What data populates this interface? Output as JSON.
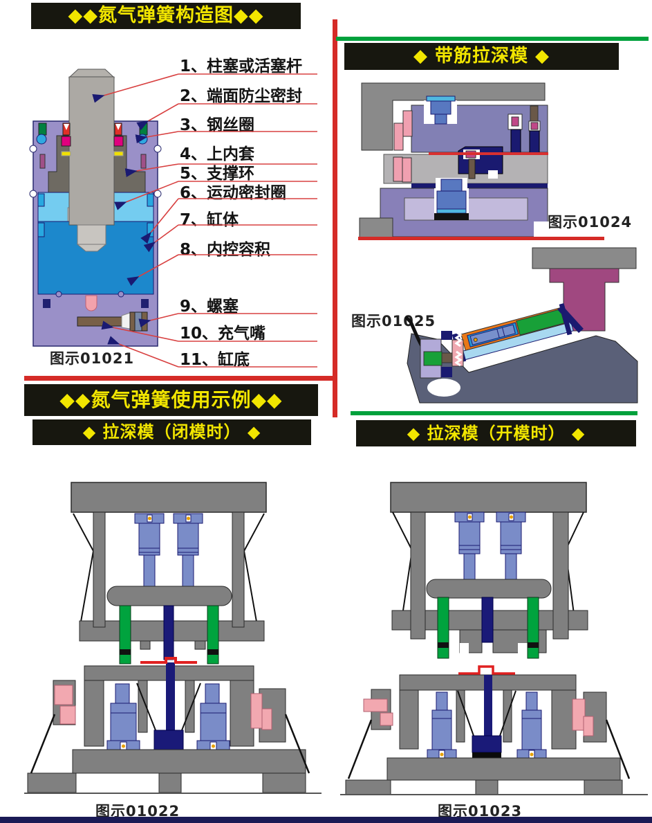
{
  "titles": {
    "construction": "◆◆氮气弹簧构造图◆◆",
    "ribbed_draw": "◆ 带筋拉深模 ◆",
    "usage": "◆◆氮气弹簧使用示例◆◆",
    "closed": "◆ 拉深模（闭模时） ◆",
    "open": "◆ 拉深模（开模时） ◆"
  },
  "parts_list": {
    "items": [
      {
        "label": "1、柱塞或活塞杆"
      },
      {
        "label": "2、端面防尘密封"
      },
      {
        "label": "3、钢丝圈"
      },
      {
        "label": "4、上内套"
      },
      {
        "label": "5、支撑环"
      },
      {
        "label": "6、运动密封圈"
      },
      {
        "label": "7、缸体"
      },
      {
        "label": "8、内控容积"
      },
      {
        "label": "9、螺塞"
      },
      {
        "label": "10、充气嘴"
      },
      {
        "label": "11、缸底"
      }
    ]
  },
  "captions": {
    "fig_spring": "图示01021",
    "fig_closed": "图示01022",
    "fig_open": "图示01023",
    "fig_ribbed_top": "图示01024",
    "fig_ribbed_cam": "图示01025"
  },
  "colors": {
    "title_bg": "#17170F",
    "title_fg": "#F2E600",
    "accent_red": "#D52B27",
    "accent_green": "#00A13C",
    "leader_red": "#D84040",
    "arrow_navy": "#1A1A72",
    "spring_body_purple": "#9A90C8",
    "gas_chamber_blue": "#1C88CC",
    "press_gray": "#808080",
    "spring_blue": "#7A8CC8",
    "rod_green": "#00A33E",
    "punch_navy": "#1A1A78",
    "pink": "#F2A8B0",
    "footer_navy": "#1A1A55"
  }
}
